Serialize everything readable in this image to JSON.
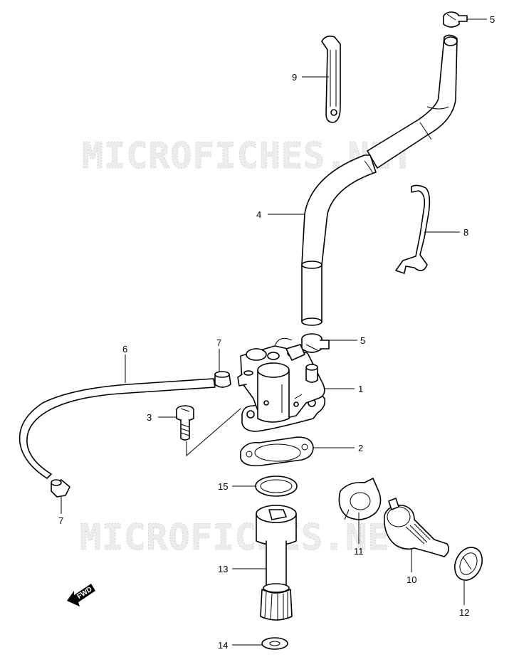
{
  "watermark": "MICROFICHES.NET",
  "fwd_label": "FWD",
  "callouts": {
    "c1": "1",
    "c2": "2",
    "c3": "3",
    "c4": "4",
    "c5_top": "5",
    "c5_mid": "5",
    "c6": "6",
    "c7_upper": "7",
    "c7_lower": "7",
    "c8": "8",
    "c9": "9",
    "c10": "10",
    "c11": "11",
    "c12": "12",
    "c13": "13",
    "c14": "14",
    "c15": "15"
  }
}
